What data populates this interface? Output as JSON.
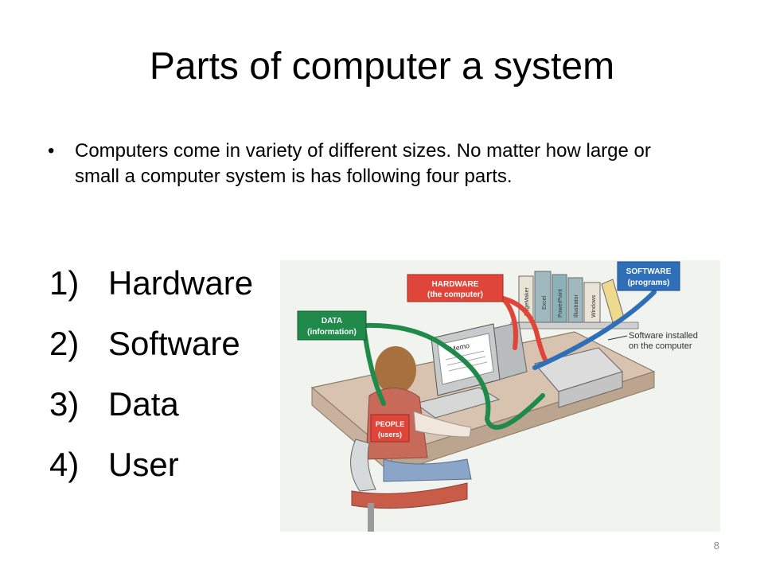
{
  "slide": {
    "title": "Parts of computer a system",
    "bullet": "Computers come in variety of different sizes. No matter how large or small a computer system is has following four parts.",
    "parts": [
      {
        "number": "1)",
        "label": "Hardware"
      },
      {
        "number": "2)",
        "label": "Software"
      },
      {
        "number": "3)",
        "label": "Data"
      },
      {
        "number": "4)",
        "label": "User"
      }
    ],
    "page_number": "8"
  },
  "illustration": {
    "hardware_label": [
      "HARDWARE",
      "(the computer)"
    ],
    "software_label": [
      "SOFTWARE",
      "(programs)"
    ],
    "data_label": [
      "DATA",
      "(information)"
    ],
    "people_label": [
      "PEOPLE",
      "(users)"
    ],
    "software_note": [
      "Software installed",
      "on the computer"
    ],
    "memo_text": "Memo",
    "book_titles": [
      "PageMaker",
      "Excel",
      "PowerPoint",
      "Illustrator",
      "Windows"
    ]
  },
  "colors": {
    "hardware": "#e0453a",
    "software": "#2f6fb8",
    "data": "#1f8a4a",
    "people": "#e0453a"
  }
}
